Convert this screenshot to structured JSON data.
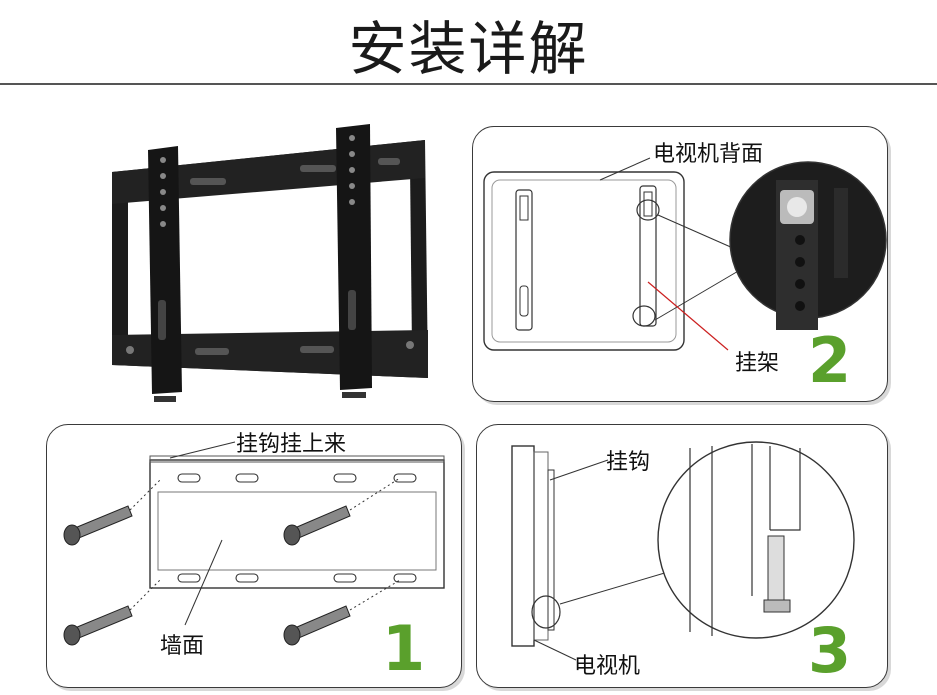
{
  "title": "安装详解",
  "panels": {
    "step2": {
      "label_tv_back": "电视机背面",
      "label_bracket": "挂架",
      "number": "2"
    },
    "step1": {
      "label_hook": "挂钩挂上来",
      "label_wall": "墙面",
      "number": "1"
    },
    "step3": {
      "label_hook": "挂钩",
      "label_tv": "电视机",
      "number": "3"
    }
  },
  "colors": {
    "step_number": "#5aa02c",
    "bracket": "#1c1c1c",
    "outline": "#3a3a3a"
  }
}
